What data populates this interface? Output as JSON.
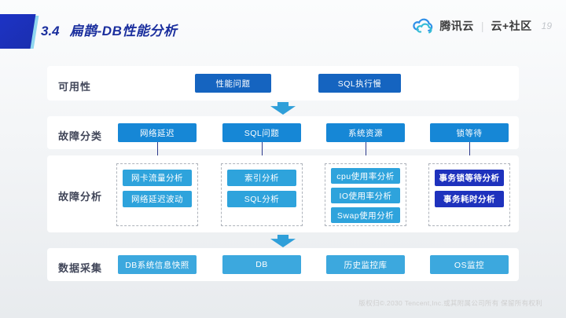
{
  "header": {
    "section_number": "3.4",
    "title": "扁鹊-DB性能分析",
    "brand": {
      "cloud_logo": "tencent-cloud-icon",
      "cloud_name": "腾讯云",
      "community_name": "云+社区",
      "page_number": "19"
    }
  },
  "diagram": {
    "availability": {
      "label": "可用性",
      "boxes": [
        "性能问题",
        "SQL执行慢"
      ]
    },
    "classification": {
      "label": "故障分类",
      "boxes": [
        "网络延迟",
        "SQL问题",
        "系统资源",
        "锁等待"
      ]
    },
    "analysis": {
      "label": "故障分析",
      "network": [
        "网卡流量分析",
        "网络延迟波动"
      ],
      "sql": [
        "索引分析",
        "SQL分析"
      ],
      "resource": [
        "cpu使用率分析",
        "IO使用率分析",
        "Swap使用分析"
      ],
      "lock": [
        "事务锁等待分析",
        "事务耗时分析"
      ]
    },
    "collection": {
      "label": "数据采集",
      "boxes": [
        "DB系统信息快照",
        "DB",
        "历史监控库",
        "OS监控"
      ]
    }
  },
  "footer": {
    "copyright": "版权归©.2030 Tencent,Inc.或其附属公司所有 保留所有权利"
  },
  "colors": {
    "primary_blue": "#1564c0",
    "mid_blue": "#1687d6",
    "cyan_blue": "#2ea3dc",
    "navy_blue": "#1e32bd",
    "sky_blue": "#3ca8de",
    "arrow_blue": "#2f9fd9",
    "title_blue": "#1b2f9e"
  }
}
